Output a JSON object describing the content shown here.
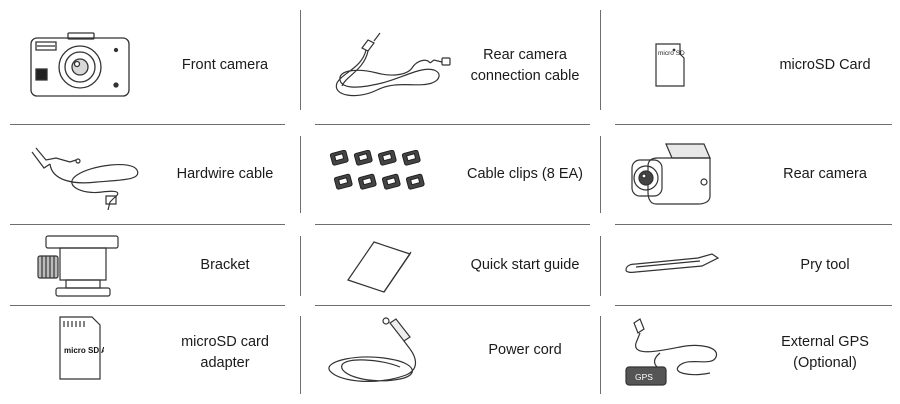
{
  "items": [
    {
      "label": "Front camera",
      "icon": "front-camera-icon"
    },
    {
      "label": "Rear camera\nconnection cable",
      "icon": "rear-camera-cable-icon"
    },
    {
      "label": "microSD Card",
      "icon": "microsd-card-icon",
      "icon_text": "micro SD"
    },
    {
      "label": "Hardwire cable",
      "icon": "hardwire-cable-icon"
    },
    {
      "label": "Cable clips (8 EA)",
      "icon": "cable-clips-icon"
    },
    {
      "label": "Rear camera",
      "icon": "rear-camera-icon"
    },
    {
      "label": "Bracket",
      "icon": "bracket-icon"
    },
    {
      "label": "Quick start guide",
      "icon": "quick-start-guide-icon"
    },
    {
      "label": "Pry tool",
      "icon": "pry-tool-icon"
    },
    {
      "label": "microSD card\nadapter",
      "icon": "microsd-adapter-icon",
      "icon_text": "micro SD Adapter"
    },
    {
      "label": "Power cord",
      "icon": "power-cord-icon"
    },
    {
      "label": "External GPS\n(Optional)",
      "icon": "external-gps-icon",
      "icon_text": "GPS"
    }
  ]
}
